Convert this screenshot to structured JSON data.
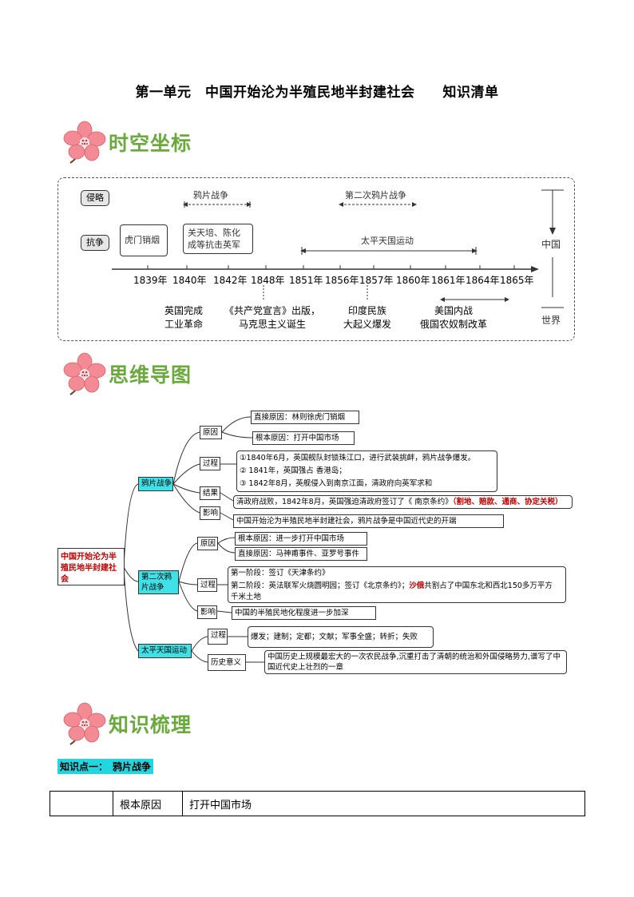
{
  "title": "第一单元　中国开始沦为半殖民地半封建社会　　知识清单",
  "sections": {
    "s1": "时空坐标",
    "s2": "思维导图",
    "s3": "知识梳理"
  },
  "timeline": {
    "row_invade": "侵略",
    "row_resist": "抗争",
    "opium_war": "鸦片战争",
    "second_opium_war": "第二次鸦片战争",
    "taiping": "太平天国运动",
    "humen": "虎门销烟",
    "guanpei_line1": "关天培、陈化",
    "guanpei_line2": "成等抗击英军",
    "china": "中国",
    "world": "世界",
    "years": [
      "1839年",
      "1840年",
      "1842年",
      "1848年",
      "1851年",
      "1856年",
      "1857年",
      "1860年",
      "1861年",
      "1864年",
      "1865年"
    ],
    "world_events": {
      "e1_l1": "英国完成",
      "e1_l2": "工业革命",
      "e2_l1": "《共产党宣言》出版，",
      "e2_l2": "马克思主义诞生",
      "e3_l1": "印度民族",
      "e3_l2": "大起义爆发",
      "e4_l1": "美国内战",
      "e4_l2": "俄国农奴制改革"
    }
  },
  "mindmap": {
    "root": "中国开始沦为半殖民地半封建社会",
    "b1": {
      "label": "鸦片战争",
      "cause": "原因",
      "cause_direct": "直接原因：林则徐虎门销烟",
      "cause_root": "根本原因：打开中国市场",
      "process": "过程",
      "p1": "①1840年6月，英国舰队封锁珠江口，进行武装挑衅，鸦片战争爆发。",
      "p2": "② 1841年，英国强占 香港岛；",
      "p3": "③ 1842年8月，英舰侵入到南京江面，清政府向英军求和",
      "result": "结果",
      "result_text": "清政府战败，1842年8月，英国强迫清政府签订了《 南京条约》",
      "result_red": "（割地、赔款、通商、协定关税）",
      "impact": "影响",
      "impact_text": "中国开始沦为半殖民地半封建社会，鸦片战争是中国近代史的开端"
    },
    "b2": {
      "label": "第二次鸦片战争",
      "cause": "原因",
      "cause_root": "根本原因：进一步打开中国市场",
      "cause_direct": "直接原因：马神甫事件、亚罗号事件",
      "process": "过程",
      "p1": "第一阶段：签订《天津条约》",
      "p2a": "第二阶段：英法联军火烧圆明园；签订《北京条约》；",
      "p2red": "沙俄",
      "p2b": "共割占了中国东北和西北150多万平方",
      "p2c": "千米土地",
      "impact": "影响",
      "impact_text": "中国的半殖民地化程度进一步加深"
    },
    "b3": {
      "label": "太平天国运动",
      "process": "过程",
      "process_text": "爆发；建制；定都；文献；军事全盛；转折；失败",
      "meaning": "历史意义",
      "meaning_l1": "中国历史上规模最宏大的一次农民战争,沉重打击了清朝的统治和外国侵略势力,谱写了中",
      "meaning_l2": "国近代史上壮烈的一章"
    }
  },
  "knowledge": {
    "point_label": "知识点一：　鸦片战争",
    "table": [
      [
        "",
        "根本原因",
        "打开中国市场"
      ]
    ]
  }
}
